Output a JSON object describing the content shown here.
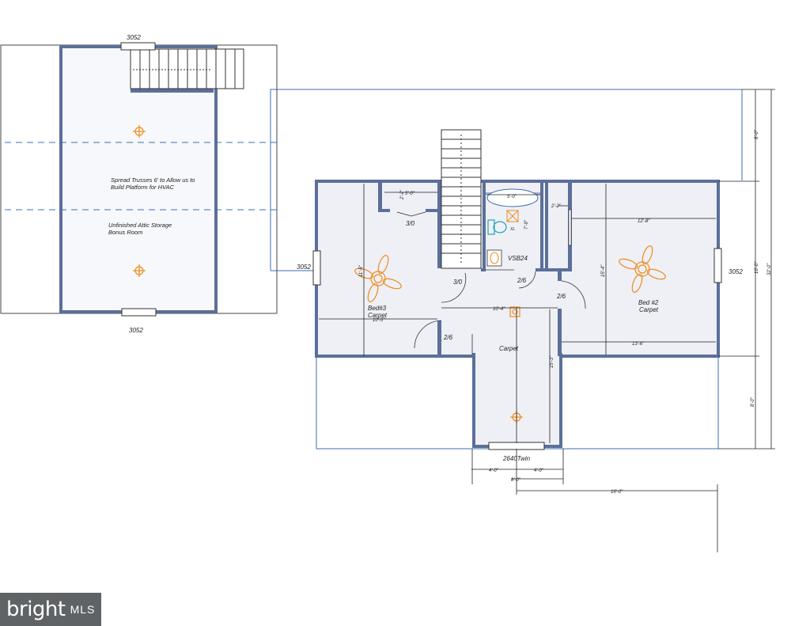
{
  "attic": {
    "window_label": "3052",
    "bottom_window_label": "3052",
    "note_line1": "Spread Trusses 6' to Allow us to",
    "note_line2": "Build Platform for HVAC",
    "room_line1": "Unfinished Attic Storage",
    "room_line2": "Bonus Room"
  },
  "floor": {
    "left_window": "3052",
    "right_window": "3052",
    "bed3_label": "Bed#3",
    "bed3_floor": "Carpet",
    "bed3_dim": "10'-5\"",
    "bed3_vdim": "11'-5\"",
    "bed2_label": "Bed #2",
    "bed2_floor": "Carpet",
    "bed2_dim_top": "12'-8\"",
    "bed2_dim_bottom": "13'-6\"",
    "bed2_vdim": "15'-4\"",
    "closet_dim": "5'-0\"",
    "closet_vdim": "2'-2\"",
    "closet_door": "3/0",
    "stair_door": "3/0",
    "bath_dim": "5'-0\"",
    "bath_vdim": "7'-9\"",
    "vanity": "VSB24",
    "bath_door": "2/6",
    "linen_dim": "2'-2\"",
    "bed2_door": "2/6",
    "hall_door": "2/6",
    "hall_dim": "10'-4\"",
    "hall_floor": "Carpet",
    "hall_vdim": "15'-3\"",
    "front_window": "2640Twin",
    "dim_left": "4'-0\"",
    "dim_right": "4'-0\"",
    "dim_total": "8'-0\"",
    "dim_long": "16'-0\"",
    "right_dim_top": "8'-0\"",
    "right_dim_mid": "16'-0\"",
    "right_dim_bottom": "8'-0\"",
    "right_dim_total": "32'-0\"",
    "xl_label": "XL"
  },
  "watermark": {
    "brand": "bright",
    "suffix": "MLS"
  },
  "colors": {
    "wall": "#5b6f99",
    "wall_fill": "#e9ecf3",
    "accent": "#f08a1c",
    "dash": "#3b6fb0"
  }
}
